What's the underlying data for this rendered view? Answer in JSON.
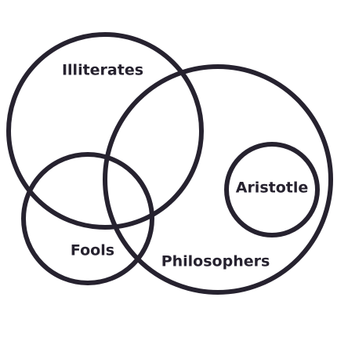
{
  "diagram": {
    "type": "euler-diagram",
    "sets": {
      "illiterates": {
        "label": "Illiterates"
      },
      "philosophers": {
        "label": "Philosophers"
      },
      "fools": {
        "label": "Fools"
      },
      "aristotle": {
        "label": "Aristotle"
      }
    },
    "relations": [
      {
        "a": "illiterates",
        "b": "philosophers",
        "relation": "overlap"
      },
      {
        "a": "illiterates",
        "b": "fools",
        "relation": "overlap"
      },
      {
        "a": "fools",
        "b": "philosophers",
        "relation": "overlap"
      },
      {
        "a": "aristotle",
        "b": "philosophers",
        "relation": "contained-in"
      }
    ],
    "stroke_color": "#26222f",
    "background_color": "#ffffff"
  }
}
